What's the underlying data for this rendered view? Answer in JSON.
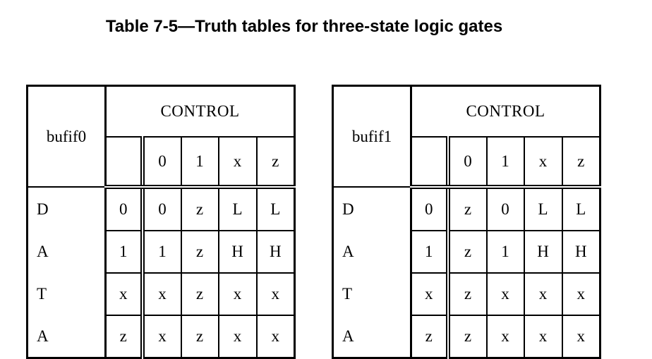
{
  "title": "Table 7-5—Truth tables for three-state logic gates",
  "tables": [
    {
      "gate": "bufif0",
      "control_header": "CONTROL",
      "control_values": [
        "0",
        "1",
        "x",
        "z"
      ],
      "data_label_letters": [
        "D",
        "A",
        "T",
        "A"
      ],
      "data_values": [
        "0",
        "1",
        "x",
        "z"
      ],
      "rows": [
        [
          "0",
          "z",
          "L",
          "L"
        ],
        [
          "1",
          "z",
          "H",
          "H"
        ],
        [
          "x",
          "z",
          "x",
          "x"
        ],
        [
          "x",
          "z",
          "x",
          "x"
        ]
      ]
    },
    {
      "gate": "bufif1",
      "control_header": "CONTROL",
      "control_values": [
        "0",
        "1",
        "x",
        "z"
      ],
      "data_label_letters": [
        "D",
        "A",
        "T",
        "A"
      ],
      "data_values": [
        "0",
        "1",
        "x",
        "z"
      ],
      "rows": [
        [
          "z",
          "0",
          "L",
          "L"
        ],
        [
          "z",
          "1",
          "H",
          "H"
        ],
        [
          "z",
          "x",
          "x",
          "x"
        ],
        [
          "z",
          "x",
          "x",
          "x"
        ]
      ]
    }
  ],
  "colors": {
    "text": "#000000",
    "background": "#ffffff",
    "rule": "#000000"
  }
}
